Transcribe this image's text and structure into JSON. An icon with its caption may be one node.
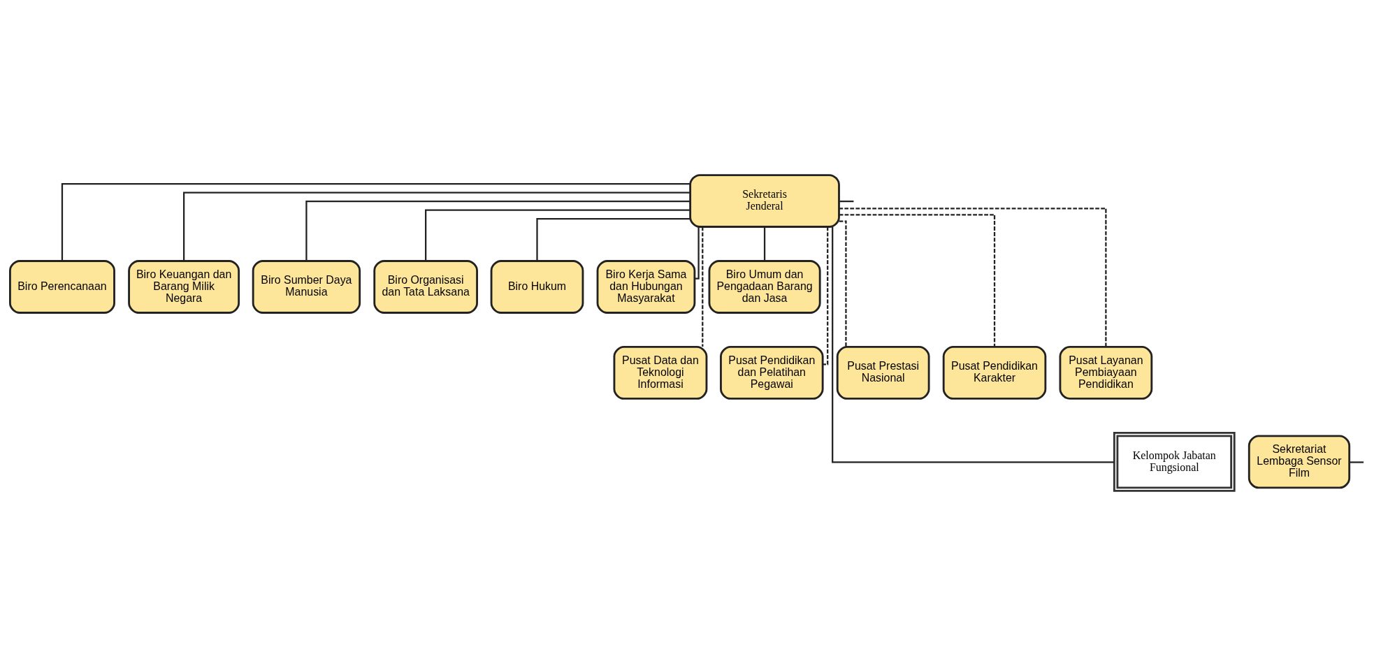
{
  "diagram": {
    "nodes": [
      {
        "text": [
          "Sekretaris Jenderal"
        ]
      },
      {
        "text": [
          "Biro Perencanaan"
        ]
      },
      {
        "text": [
          "Biro Keuangan dan Barang Milik Negara"
        ]
      },
      {
        "text": [
          "Biro Sumber Daya Manusia"
        ]
      },
      {
        "text": [
          "Biro Organisasi dan Tata Laksana"
        ]
      },
      {
        "text": [
          "Biro Hukum"
        ]
      },
      {
        "text": [
          "Biro Kerja Sama dan Hubungan Masyarakat"
        ]
      },
      {
        "text": [
          "Biro Umum dan Pengadaan Barang dan Jasa"
        ]
      },
      {
        "text": [
          "Pusat Data dan Teknologi Informasi"
        ]
      },
      {
        "text": [
          "Pusat Pendidikan dan Pelatihan Pegawai"
        ]
      },
      {
        "text": [
          "Pusat Prestasi Nasional"
        ]
      },
      {
        "text": [
          "Pusat Pendidikan Karakter"
        ]
      },
      {
        "text": [
          "Pusat Layanan Pembiayaan Pendidikan"
        ]
      },
      {
        "text": [
          "Kelompok Jabatan Fungsional"
        ]
      },
      {
        "text": [
          "Sekretariat Lembaga Sensor Film"
        ]
      }
    ],
    "edges": [
      {
        "from": 0,
        "to": null,
        "arrow": "none"
      },
      {
        "from": 0,
        "to": 1,
        "arrow": "none"
      },
      {
        "from": 0,
        "to": 2,
        "arrow": "none"
      },
      {
        "from": 0,
        "to": 3,
        "arrow": "none"
      },
      {
        "from": 0,
        "to": 4,
        "arrow": "none"
      },
      {
        "from": 0,
        "to": 5,
        "arrow": "none"
      },
      {
        "from": 0,
        "to": 6,
        "arrow": "none"
      },
      {
        "from": 0,
        "to": 7,
        "arrow": "none"
      },
      {
        "from": 0,
        "to": 8,
        "arrow": "none",
        "style": "dashed"
      },
      {
        "from": 0,
        "to": 9,
        "arrow": "none",
        "style": "dashed"
      },
      {
        "from": 0,
        "to": 10,
        "arrow": "none",
        "style": "dashed"
      },
      {
        "from": 0,
        "to": 11,
        "arrow": "none",
        "style": "dashed"
      },
      {
        "from": 0,
        "to": 12,
        "arrow": "none",
        "style": "dashed"
      },
      {
        "from": 0,
        "to": 13,
        "arrow": "none"
      },
      {
        "from": 14,
        "to": null,
        "arrow": "none"
      }
    ]
  }
}
